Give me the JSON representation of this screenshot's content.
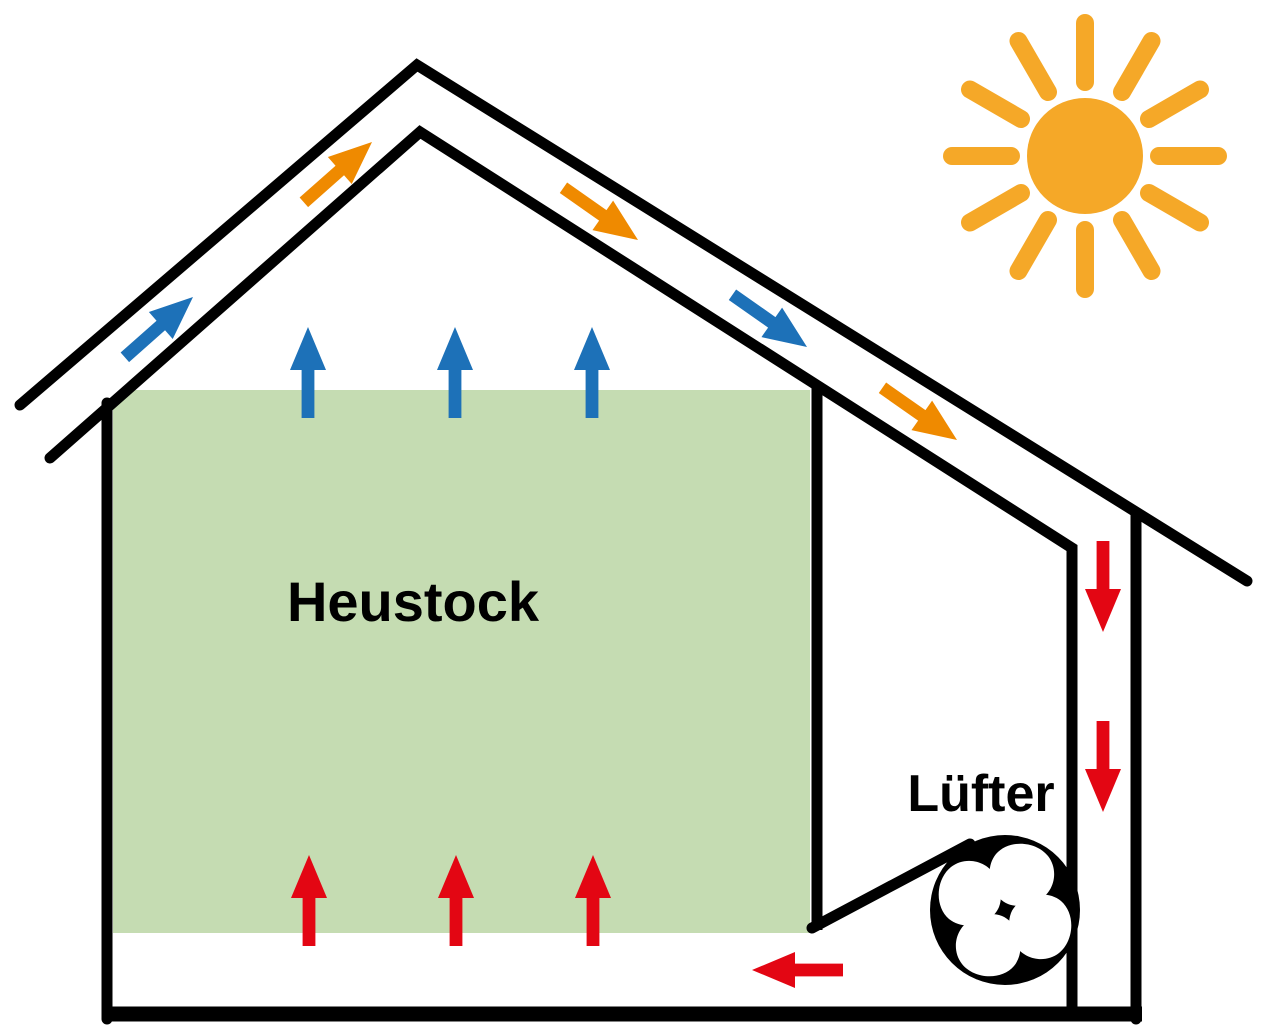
{
  "labels": {
    "haystack": "Heustock",
    "fan": "Lüfter"
  },
  "colors": {
    "black": "#000000",
    "haystack_green": "#c5dcb2",
    "cold_air_blue": "#1d71b8",
    "warm_air_red": "#e30613",
    "solar_air_orange": "#ef8a00",
    "sun_yellow": "#f5a828",
    "background": "#ffffff",
    "text": "#000000"
  },
  "icons": {
    "sun": "sun-icon",
    "fan": "fan-icon"
  },
  "flows": {
    "roof_left_slope": [
      {
        "color": "blue",
        "direction": "up-slope"
      },
      {
        "color": "orange",
        "direction": "up-slope"
      }
    ],
    "roof_right_slope": [
      {
        "color": "orange",
        "direction": "down-slope"
      },
      {
        "color": "blue",
        "direction": "down-slope"
      },
      {
        "color": "orange",
        "direction": "down-slope"
      }
    ],
    "haystack_top": {
      "color": "blue",
      "direction": "up",
      "count": 3
    },
    "haystack_bottom": {
      "color": "red",
      "direction": "up",
      "count": 3
    },
    "right_duct": {
      "color": "red",
      "direction": "down",
      "count": 2
    },
    "under_floor": {
      "color": "red",
      "direction": "left",
      "count": 1
    }
  }
}
